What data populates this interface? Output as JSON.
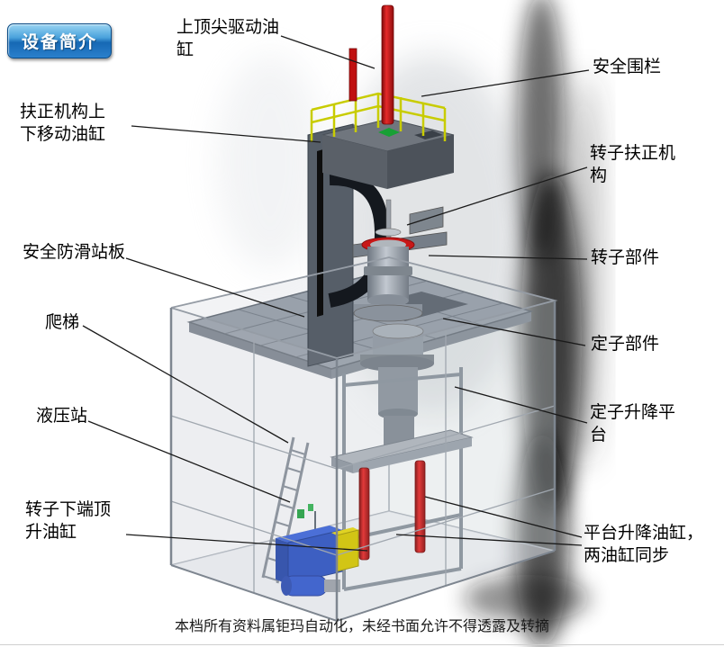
{
  "badge": {
    "label": "设备简介"
  },
  "labels": {
    "top_drive_cylinder": "上顶尖驱动油\n缸",
    "safety_fence": "安全围栏",
    "centering_updown_cylinder": "扶正机构上\n下移动油缸",
    "rotor_centering_mechanism": "转子扶正机\n构",
    "antislip_platform": "安全防滑站板",
    "rotor_part": "转子部件",
    "ladder": "爬梯",
    "stator_part": "定子部件",
    "hydraulic_station": "液压站",
    "stator_lift_platform": "定子升降平\n台",
    "rotor_bottom_jack_cylinder": "转子下端顶\n升油缸",
    "platform_lift_cylinders": "平台升降油缸，\n两油缸同步"
  },
  "footer": {
    "text": "本档所有资料属钜玛自动化，未经书面允许不得透露及转摘"
  },
  "colors": {
    "badge_blue": "#1668b4",
    "cylinder_red": "#cc1414",
    "railing_yellow": "#c8cc00",
    "hydraulic_blue": "#2a50c0",
    "machine_gray": "#8a929c",
    "diamond_green": "#18a035"
  }
}
